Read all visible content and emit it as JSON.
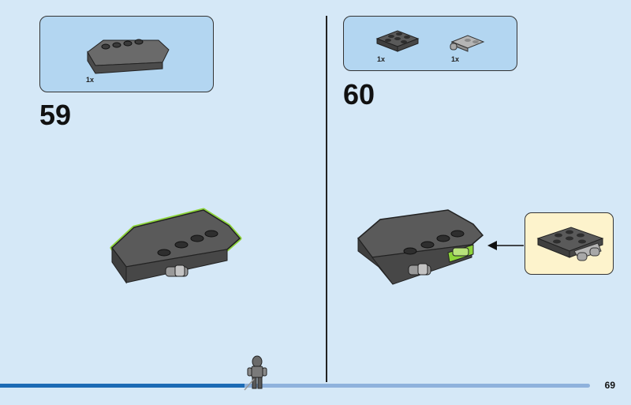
{
  "page": {
    "number": "69"
  },
  "steps": [
    {
      "number": "59",
      "parts": [
        {
          "qty": "1x",
          "icon": "curved-slope-wedge-dark-gray"
        }
      ]
    },
    {
      "number": "60",
      "parts": [
        {
          "qty": "1x",
          "icon": "plate-2x3-dark-gray"
        },
        {
          "qty": "1x",
          "icon": "plate-with-clips-light-gray"
        }
      ]
    }
  ],
  "colors": {
    "background": "#d5e8f7",
    "parts_box": "#b3d6f1",
    "callout": "#fdf3cc",
    "highlight": "#8dd43a",
    "brick_dark": "#5a5a5a",
    "progress_dark": "#1c6bb5",
    "progress_light": "#8fb2dc"
  }
}
